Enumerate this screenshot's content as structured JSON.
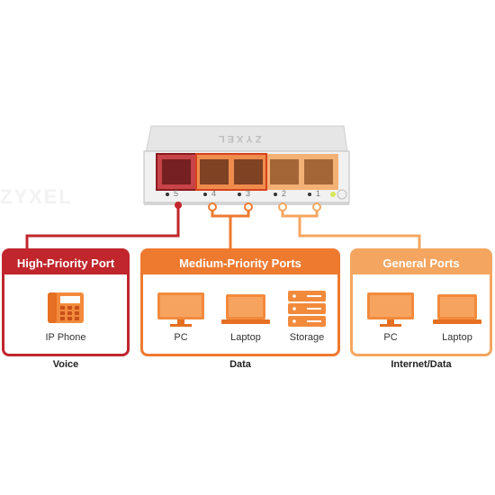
{
  "brand": "ZYXEL",
  "port_numbers": [
    "5",
    "4",
    "3",
    "2",
    "1"
  ],
  "groups": [
    {
      "title": "High-Priority Port",
      "color": "#c0262c",
      "ports": [
        "5"
      ],
      "devices": [
        {
          "label": "IP Phone",
          "icon": "ip-phone-icon"
        }
      ],
      "caption": "Voice"
    },
    {
      "title": "Medium-Priority Ports",
      "color": "#ee7a30",
      "ports": [
        "4",
        "3"
      ],
      "devices": [
        {
          "label": "PC",
          "icon": "monitor-icon"
        },
        {
          "label": "Laptop",
          "icon": "laptop-icon"
        },
        {
          "label": "Storage",
          "icon": "storage-icon"
        }
      ],
      "caption": "Data"
    },
    {
      "title": "General Ports",
      "color": "#f4a660",
      "ports": [
        "2",
        "1"
      ],
      "devices": [
        {
          "label": "PC",
          "icon": "monitor-icon"
        },
        {
          "label": "Laptop",
          "icon": "laptop-icon"
        }
      ],
      "caption": "Internet/Data"
    }
  ]
}
